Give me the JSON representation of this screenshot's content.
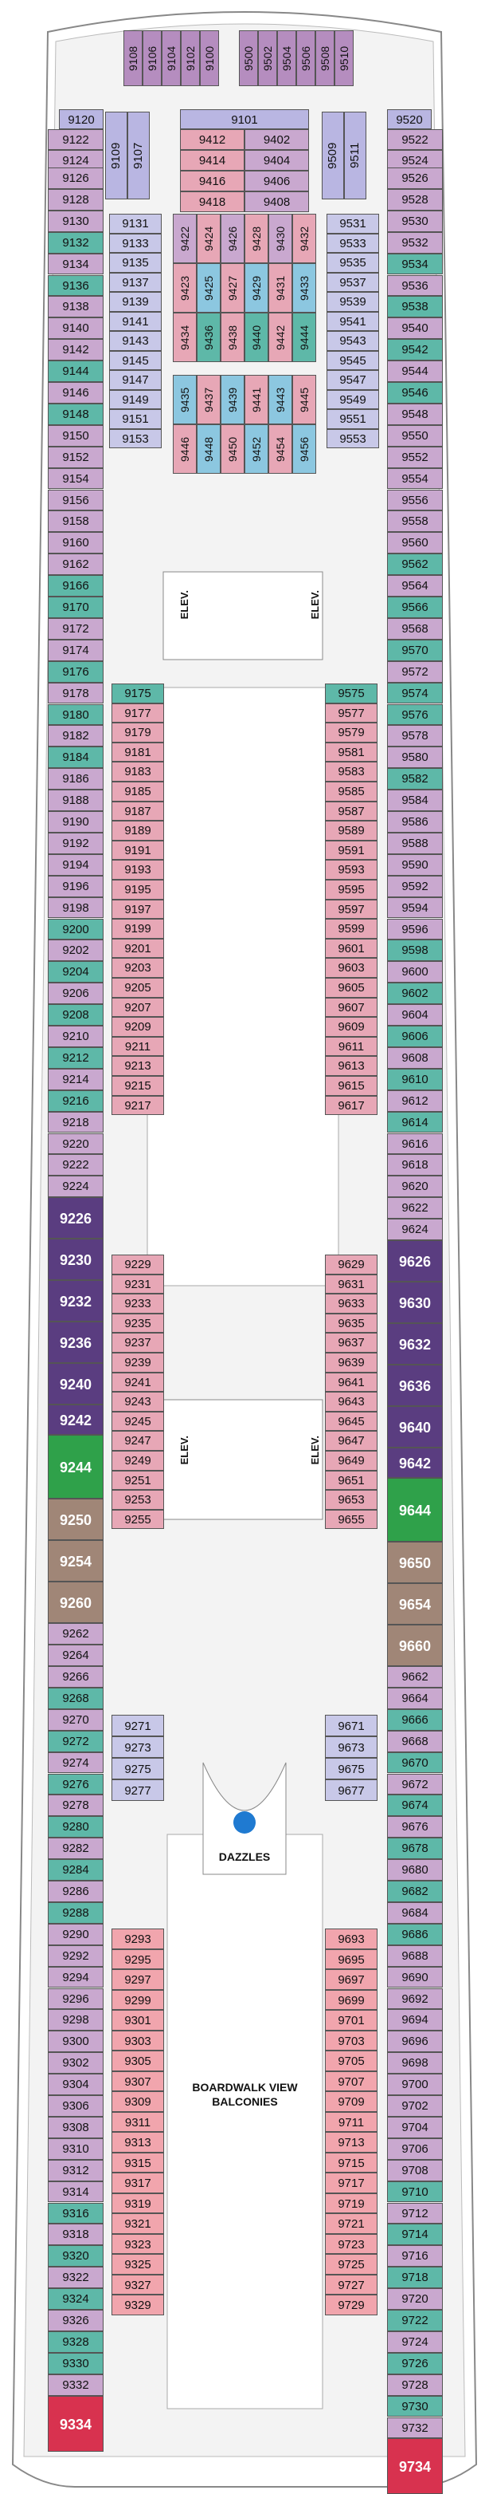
{
  "colors": {
    "inside": "#c8c8e8",
    "ocean": "#b9b6e2",
    "ocean_view": "#b8b5e0",
    "balcony": "#c9a8cf",
    "balcony_dark": "#b58dbf",
    "central_view": "#e7a7b6",
    "boardwalk_view": "#f1a5ad",
    "teal": "#5eb8a8",
    "light_blue": "#8cc7e0",
    "suite_purple": "#5a3d80",
    "suite_green": "#2fa14a",
    "suite_brown": "#a08677",
    "suite_red": "#d8324f",
    "lilac": "#d6b9dd",
    "pale": "#e6d9ea"
  },
  "labels": {
    "elev": "ELEV.",
    "dazzles": "DAZZLES",
    "boardwalk": "BOARDWALK VIEW\nBALCONIES"
  },
  "forward": {
    "left_row": [
      "9108",
      "9106",
      "9104",
      "9102",
      "9100"
    ],
    "right_row": [
      "9500",
      "9502",
      "9504",
      "9506",
      "9508",
      "9510"
    ],
    "pair_left": "9120",
    "pair_left2": [
      "9122",
      "9124"
    ],
    "pair_right": "9520",
    "pair_right2": [
      "9522",
      "9524"
    ],
    "center_top": "9101",
    "center_grid": [
      [
        "9412",
        "9402"
      ],
      [
        "9414",
        "9404"
      ],
      [
        "9416",
        "9406"
      ],
      [
        "9418",
        "9408"
      ]
    ],
    "vert_left": [
      "9109",
      "9107"
    ],
    "vert_right": [
      "9509",
      "9511"
    ]
  },
  "port_outer": [
    "9126",
    "9128",
    "9130",
    "9132",
    "9134",
    "9136",
    "9138",
    "9140",
    "9142",
    "9144",
    "9146",
    "9148",
    "9150",
    "9152",
    "9154",
    "9156",
    "9158",
    "9160",
    "9162",
    "9166",
    "9170",
    "9172",
    "9174",
    "9176",
    "9178",
    "9180",
    "9182",
    "9184",
    "9186",
    "9188",
    "9190",
    "9192",
    "9194",
    "9196",
    "9198",
    "9200",
    "9202",
    "9204",
    "9206",
    "9208",
    "9210",
    "9212",
    "9214",
    "9216",
    "9218",
    "9220",
    "9222",
    "9224",
    "9226",
    "9230",
    "9232",
    "9236",
    "9240",
    "9242",
    "9244",
    "9250",
    "9254",
    "9260",
    "9262",
    "9264",
    "9266",
    "9268",
    "9270",
    "9272",
    "9274",
    "9276",
    "9278",
    "9280",
    "9282",
    "9284",
    "9286",
    "9288",
    "9290",
    "9292",
    "9294",
    "9296",
    "9298",
    "9300",
    "9302",
    "9304",
    "9306",
    "9308",
    "9310",
    "9312",
    "9314",
    "9316",
    "9318",
    "9320",
    "9322",
    "9324",
    "9326",
    "9328",
    "9330",
    "9332",
    "9334"
  ],
  "stbd_outer": [
    "9526",
    "9528",
    "9530",
    "9532",
    "9534",
    "9536",
    "9538",
    "9540",
    "9542",
    "9544",
    "9546",
    "9548",
    "9550",
    "9552",
    "9554",
    "9556",
    "9558",
    "9560",
    "9562",
    "9564",
    "9566",
    "9568",
    "9570",
    "9572",
    "9574",
    "9576",
    "9578",
    "9580",
    "9582",
    "9584",
    "9586",
    "9588",
    "9590",
    "9592",
    "9594",
    "9596",
    "9598",
    "9600",
    "9602",
    "9604",
    "9606",
    "9608",
    "9610",
    "9612",
    "9614",
    "9616",
    "9618",
    "9620",
    "9622",
    "9624",
    "9626",
    "9630",
    "9632",
    "9636",
    "9640",
    "9642",
    "9644",
    "9650",
    "9654",
    "9660",
    "9662",
    "9664",
    "9666",
    "9668",
    "9670",
    "9672",
    "9674",
    "9676",
    "9678",
    "9680",
    "9682",
    "9684",
    "9686",
    "9688",
    "9690",
    "9692",
    "9694",
    "9696",
    "9698",
    "9700",
    "9702",
    "9704",
    "9706",
    "9708",
    "9710",
    "9712",
    "9714",
    "9716",
    "9718",
    "9720",
    "9722",
    "9724",
    "9726",
    "9728",
    "9730",
    "9732",
    "9734"
  ],
  "fwd_inner_left": [
    "9131",
    "9133",
    "9135",
    "9137",
    "9139",
    "9141",
    "9143",
    "9145",
    "9147",
    "9149",
    "9151",
    "9153"
  ],
  "fwd_inner_right": [
    "9531",
    "9533",
    "9535",
    "9537",
    "9539",
    "9541",
    "9543",
    "9545",
    "9547",
    "9549",
    "9551",
    "9553"
  ],
  "fwd_center_top": [
    "9422",
    "9424",
    "9426",
    "9428",
    "9430",
    "9432"
  ],
  "fwd_center_mid1": [
    "9423",
    "9425",
    "9427",
    "9429",
    "9431",
    "9433"
  ],
  "fwd_center_mid2": [
    "9434",
    "9436",
    "9438",
    "9440",
    "9442",
    "9444"
  ],
  "fwd_center_low1": [
    "9435",
    "9437",
    "9439",
    "9441",
    "9443",
    "9445"
  ],
  "fwd_center_low2": [
    "9446",
    "9448",
    "9450",
    "9452",
    "9454",
    "9456"
  ],
  "central_left": [
    "9175",
    "9177",
    "9179",
    "9181",
    "9183",
    "9185",
    "9187",
    "9189",
    "9191",
    "9193",
    "9195",
    "9197",
    "9199",
    "9201",
    "9203",
    "9205",
    "9207",
    "9209",
    "9211",
    "9213",
    "9215",
    "9217"
  ],
  "central_right": [
    "9575",
    "9577",
    "9579",
    "9581",
    "9583",
    "9585",
    "9587",
    "9589",
    "9591",
    "9593",
    "9595",
    "9597",
    "9599",
    "9601",
    "9603",
    "9605",
    "9607",
    "9609",
    "9611",
    "9613",
    "9615",
    "9617"
  ],
  "central_left2": [
    "9229",
    "9231",
    "9233",
    "9235",
    "9237",
    "9239",
    "9241",
    "9243",
    "9245",
    "9247",
    "9249",
    "9251",
    "9253",
    "9255"
  ],
  "central_right2": [
    "9629",
    "9631",
    "9633",
    "9635",
    "9637",
    "9639",
    "9641",
    "9643",
    "9645",
    "9647",
    "9649",
    "9651",
    "9653",
    "9655"
  ],
  "aft_mid_left": [
    "9271",
    "9273",
    "9275",
    "9277"
  ],
  "aft_mid_right": [
    "9671",
    "9673",
    "9675",
    "9677"
  ],
  "bw_left": [
    "9293",
    "9295",
    "9297",
    "9299",
    "9301",
    "9303",
    "9305",
    "9307",
    "9309",
    "9311",
    "9313",
    "9315",
    "9317",
    "9319",
    "9321",
    "9323",
    "9325",
    "9327",
    "9329"
  ],
  "bw_right": [
    "9693",
    "9695",
    "9697",
    "9699",
    "9701",
    "9703",
    "9705",
    "9707",
    "9709",
    "9711",
    "9713",
    "9715",
    "9717",
    "9719",
    "9721",
    "9723",
    "9725",
    "9727",
    "9729"
  ]
}
